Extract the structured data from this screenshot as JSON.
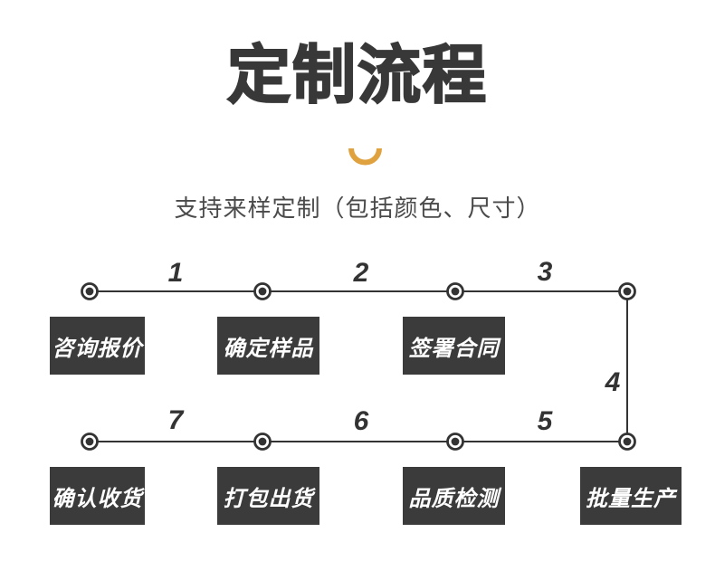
{
  "title": {
    "text": "定制流程"
  },
  "subtitle": {
    "text": "支持来样定制（包括颜色、尺寸）"
  },
  "colors": {
    "title": "#383838",
    "subtitle": "#4a4a4a",
    "accent_arc": "#dfa23f",
    "timeline_line": "#333333",
    "box_bg": "#3b3b3b",
    "box_text": "#ffffff"
  },
  "flow": {
    "segment_numbers": [
      "1",
      "2",
      "3",
      "4",
      "5",
      "6",
      "7"
    ],
    "top_boxes": [
      "咨询报价",
      "确定样品",
      "签署合同"
    ],
    "bottom_boxes": [
      "确认收货",
      "打包出货",
      "品质检测",
      "批量生产"
    ]
  }
}
